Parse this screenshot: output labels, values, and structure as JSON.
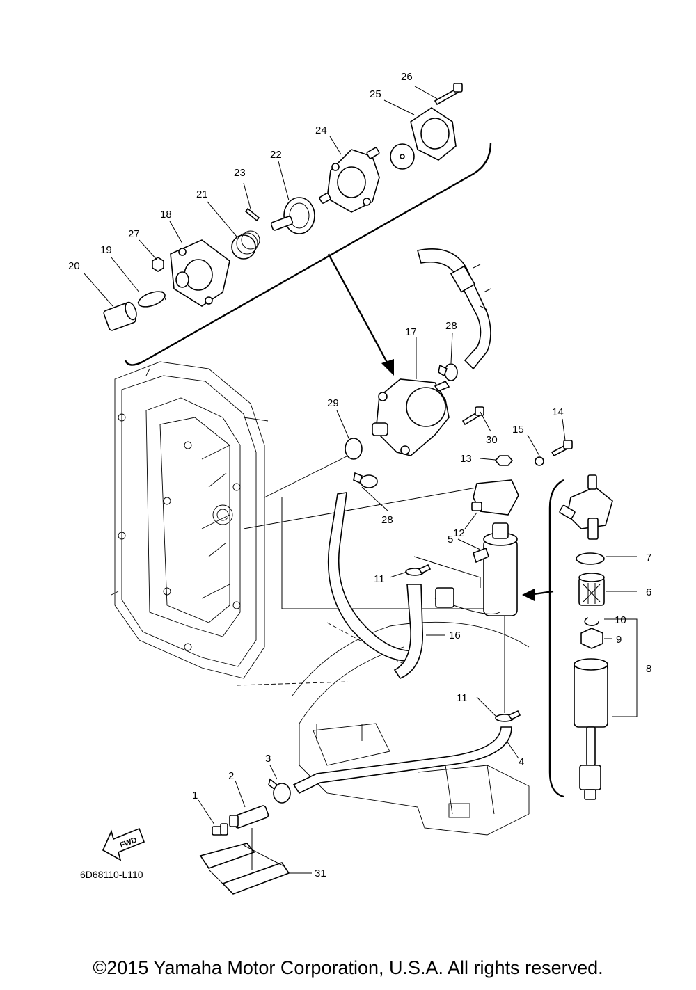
{
  "drawing_code": "6D68110-L110",
  "fwd_label": "FWD",
  "copyright": "©2015 Yamaha Motor Corporation, U.S.A. All rights reserved.",
  "callouts": {
    "c1": "1",
    "c2": "2",
    "c3": "3",
    "c4": "4",
    "c5": "5",
    "c6": "6",
    "c7": "7",
    "c8": "8",
    "c9": "9",
    "c10": "10",
    "c11a": "11",
    "c11b": "11",
    "c12": "12",
    "c13": "13",
    "c14": "14",
    "c15": "15",
    "c16": "16",
    "c17": "17",
    "c18": "18",
    "c19": "19",
    "c20": "20",
    "c21": "21",
    "c22": "22",
    "c23": "23",
    "c24": "24",
    "c25": "25",
    "c26": "26",
    "c27": "27",
    "c28a": "28",
    "c28b": "28",
    "c29": "29",
    "c30": "30",
    "c31": "31"
  }
}
